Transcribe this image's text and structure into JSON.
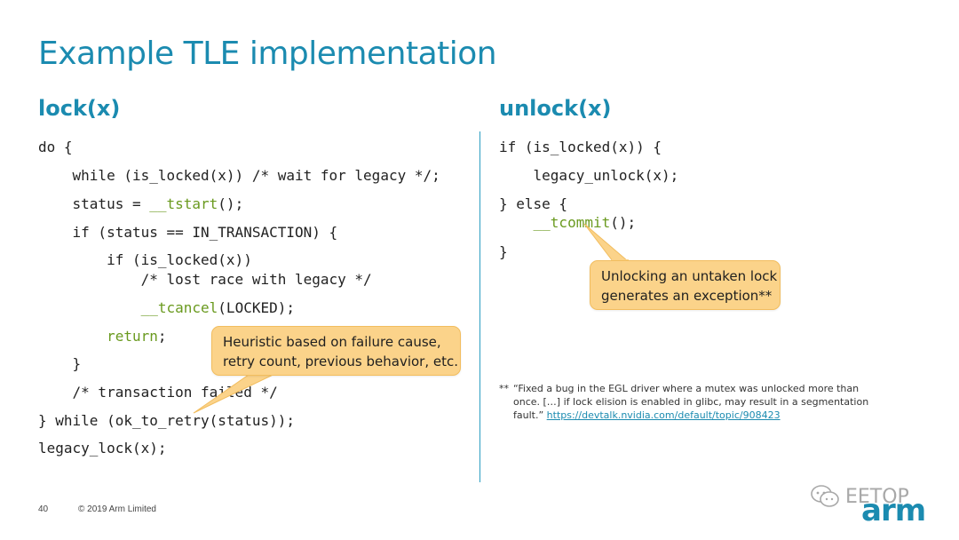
{
  "slide": {
    "title": "Example TLE implementation",
    "page_number": "40",
    "copyright": "© 2019 Arm Limited",
    "logo": "arm",
    "watermark": "EETOP",
    "accent_color": "#1b8bb0",
    "keyword_color": "#6a9a1f",
    "callout_color": "#fbd38a"
  },
  "left": {
    "heading": "lock(x)",
    "lines": [
      {
        "pre": "do {",
        "kw": "",
        "post": ""
      },
      {
        "pre": "    while (is_locked(x)) /* wait for legacy */;",
        "kw": "",
        "post": ""
      },
      {
        "pre": "    status = ",
        "kw": "__tstart",
        "post": "();"
      },
      {
        "pre": "    if (status == IN_TRANSACTION) {",
        "kw": "",
        "post": ""
      },
      {
        "pre": "        if (is_locked(x))",
        "kw": "",
        "post": ""
      },
      {
        "pre": "            /* lost race with legacy */",
        "kw": "",
        "post": ""
      },
      {
        "pre": "            ",
        "kw": "__tcancel",
        "post": "(LOCKED);"
      },
      {
        "pre": "        ",
        "kw": "return",
        "post": ";"
      },
      {
        "pre": "    }",
        "kw": "",
        "post": ""
      },
      {
        "pre": "    /* transaction failed */",
        "kw": "",
        "post": ""
      },
      {
        "pre": "} while (ok_to_retry(status));",
        "kw": "",
        "post": ""
      },
      {
        "pre": "legacy_lock(x);",
        "kw": "",
        "post": ""
      }
    ],
    "callout": {
      "line1": "Heuristic based on failure cause,",
      "line2": "retry count, previous behavior, etc."
    }
  },
  "right": {
    "heading": "unlock(x)",
    "lines": [
      {
        "pre": "if (is_locked(x)) {",
        "kw": "",
        "post": ""
      },
      {
        "pre": "    legacy_unlock(x);",
        "kw": "",
        "post": ""
      },
      {
        "pre": "} else {",
        "kw": "",
        "post": ""
      },
      {
        "pre": "    ",
        "kw": "__tcommit",
        "post": "();"
      },
      {
        "pre": "}",
        "kw": "",
        "post": ""
      }
    ],
    "callout": {
      "line1": "Unlocking an untaken lock",
      "line2": "generates an exception**"
    },
    "footnote": {
      "mark": "**",
      "text": "“Fixed a bug in the EGL driver where a mutex was unlocked more than once. […] if lock elision is enabled in glibc, may result in a segmentation fault.” ",
      "link": "https://devtalk.nvidia.com/default/topic/908423"
    }
  }
}
